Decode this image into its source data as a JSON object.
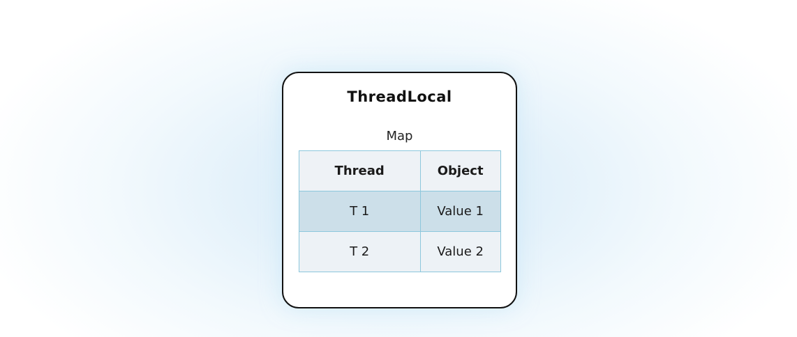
{
  "diagram": {
    "box_title": "ThreadLocal",
    "map_label": "Map",
    "colors": {
      "box_border": "#111111",
      "table_border": "#8cc7dc",
      "header_bg": "#eef2f6",
      "row1_bg": "#ccdfe9",
      "row2_bg": "#edf2f6",
      "background_glow": "#d9edf8"
    },
    "table": {
      "headers": [
        "Thread",
        "Object"
      ],
      "rows": [
        {
          "cells": [
            "T 1",
            "Value 1"
          ],
          "highlighted": true
        },
        {
          "cells": [
            "T 2",
            "Value 2"
          ],
          "highlighted": false
        }
      ]
    }
  }
}
